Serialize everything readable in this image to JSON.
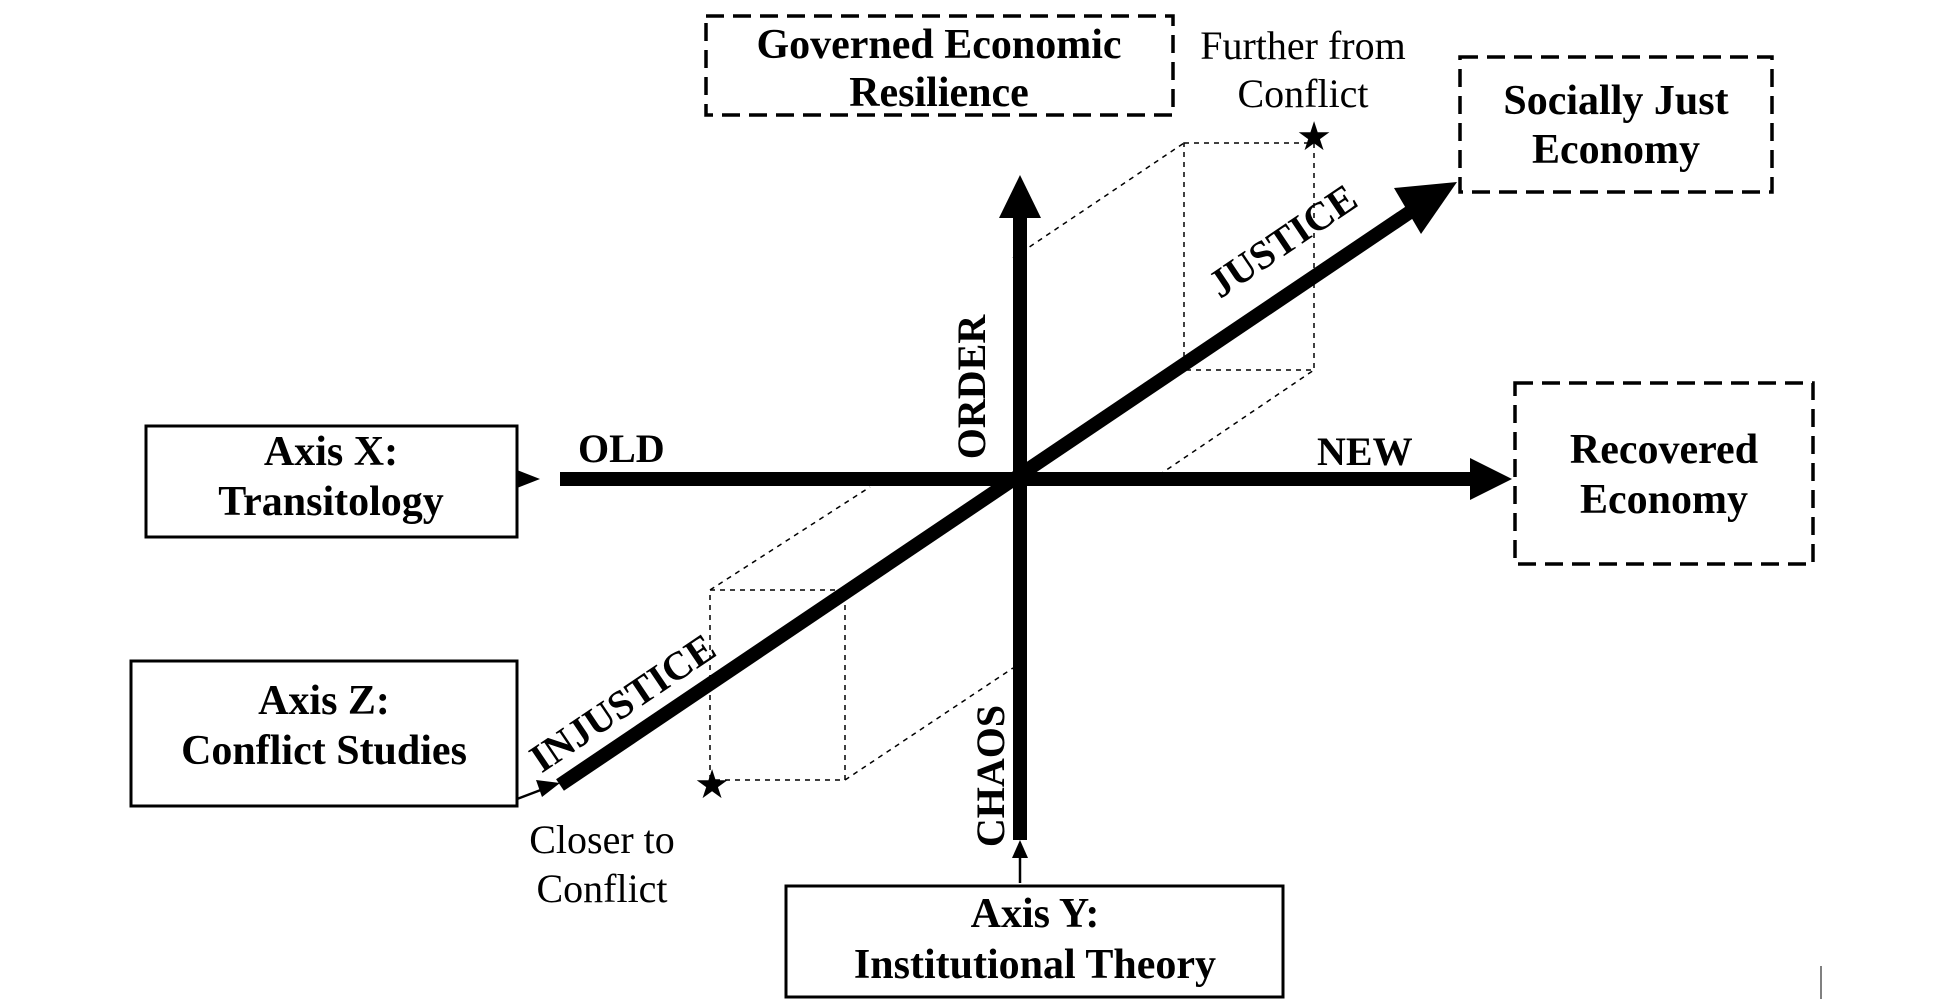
{
  "boxes": {
    "axis_x": {
      "line1": "Axis X:",
      "line2": "Transitology"
    },
    "axis_z": {
      "line1": "Axis Z:",
      "line2": "Conflict Studies"
    },
    "axis_y": {
      "line1": "Axis Y:",
      "line2": "Institutional Theory"
    },
    "governed": {
      "line1": "Governed Economic",
      "line2": "Resilience"
    },
    "socially_just": {
      "line1": "Socially Just",
      "line2": "Economy"
    },
    "recovered": {
      "line1": "Recovered",
      "line2": "Economy"
    }
  },
  "axis_labels": {
    "old": "OLD",
    "new": "NEW",
    "order": "ORDER",
    "chaos": "CHAOS",
    "justice": "JUSTICE",
    "injustice": "INJUSTICE"
  },
  "notes": {
    "further_line1": "Further from",
    "further_line2": "Conflict",
    "closer_line1": "Closer to",
    "closer_line2": "Conflict"
  },
  "markers": {
    "star": "★"
  }
}
